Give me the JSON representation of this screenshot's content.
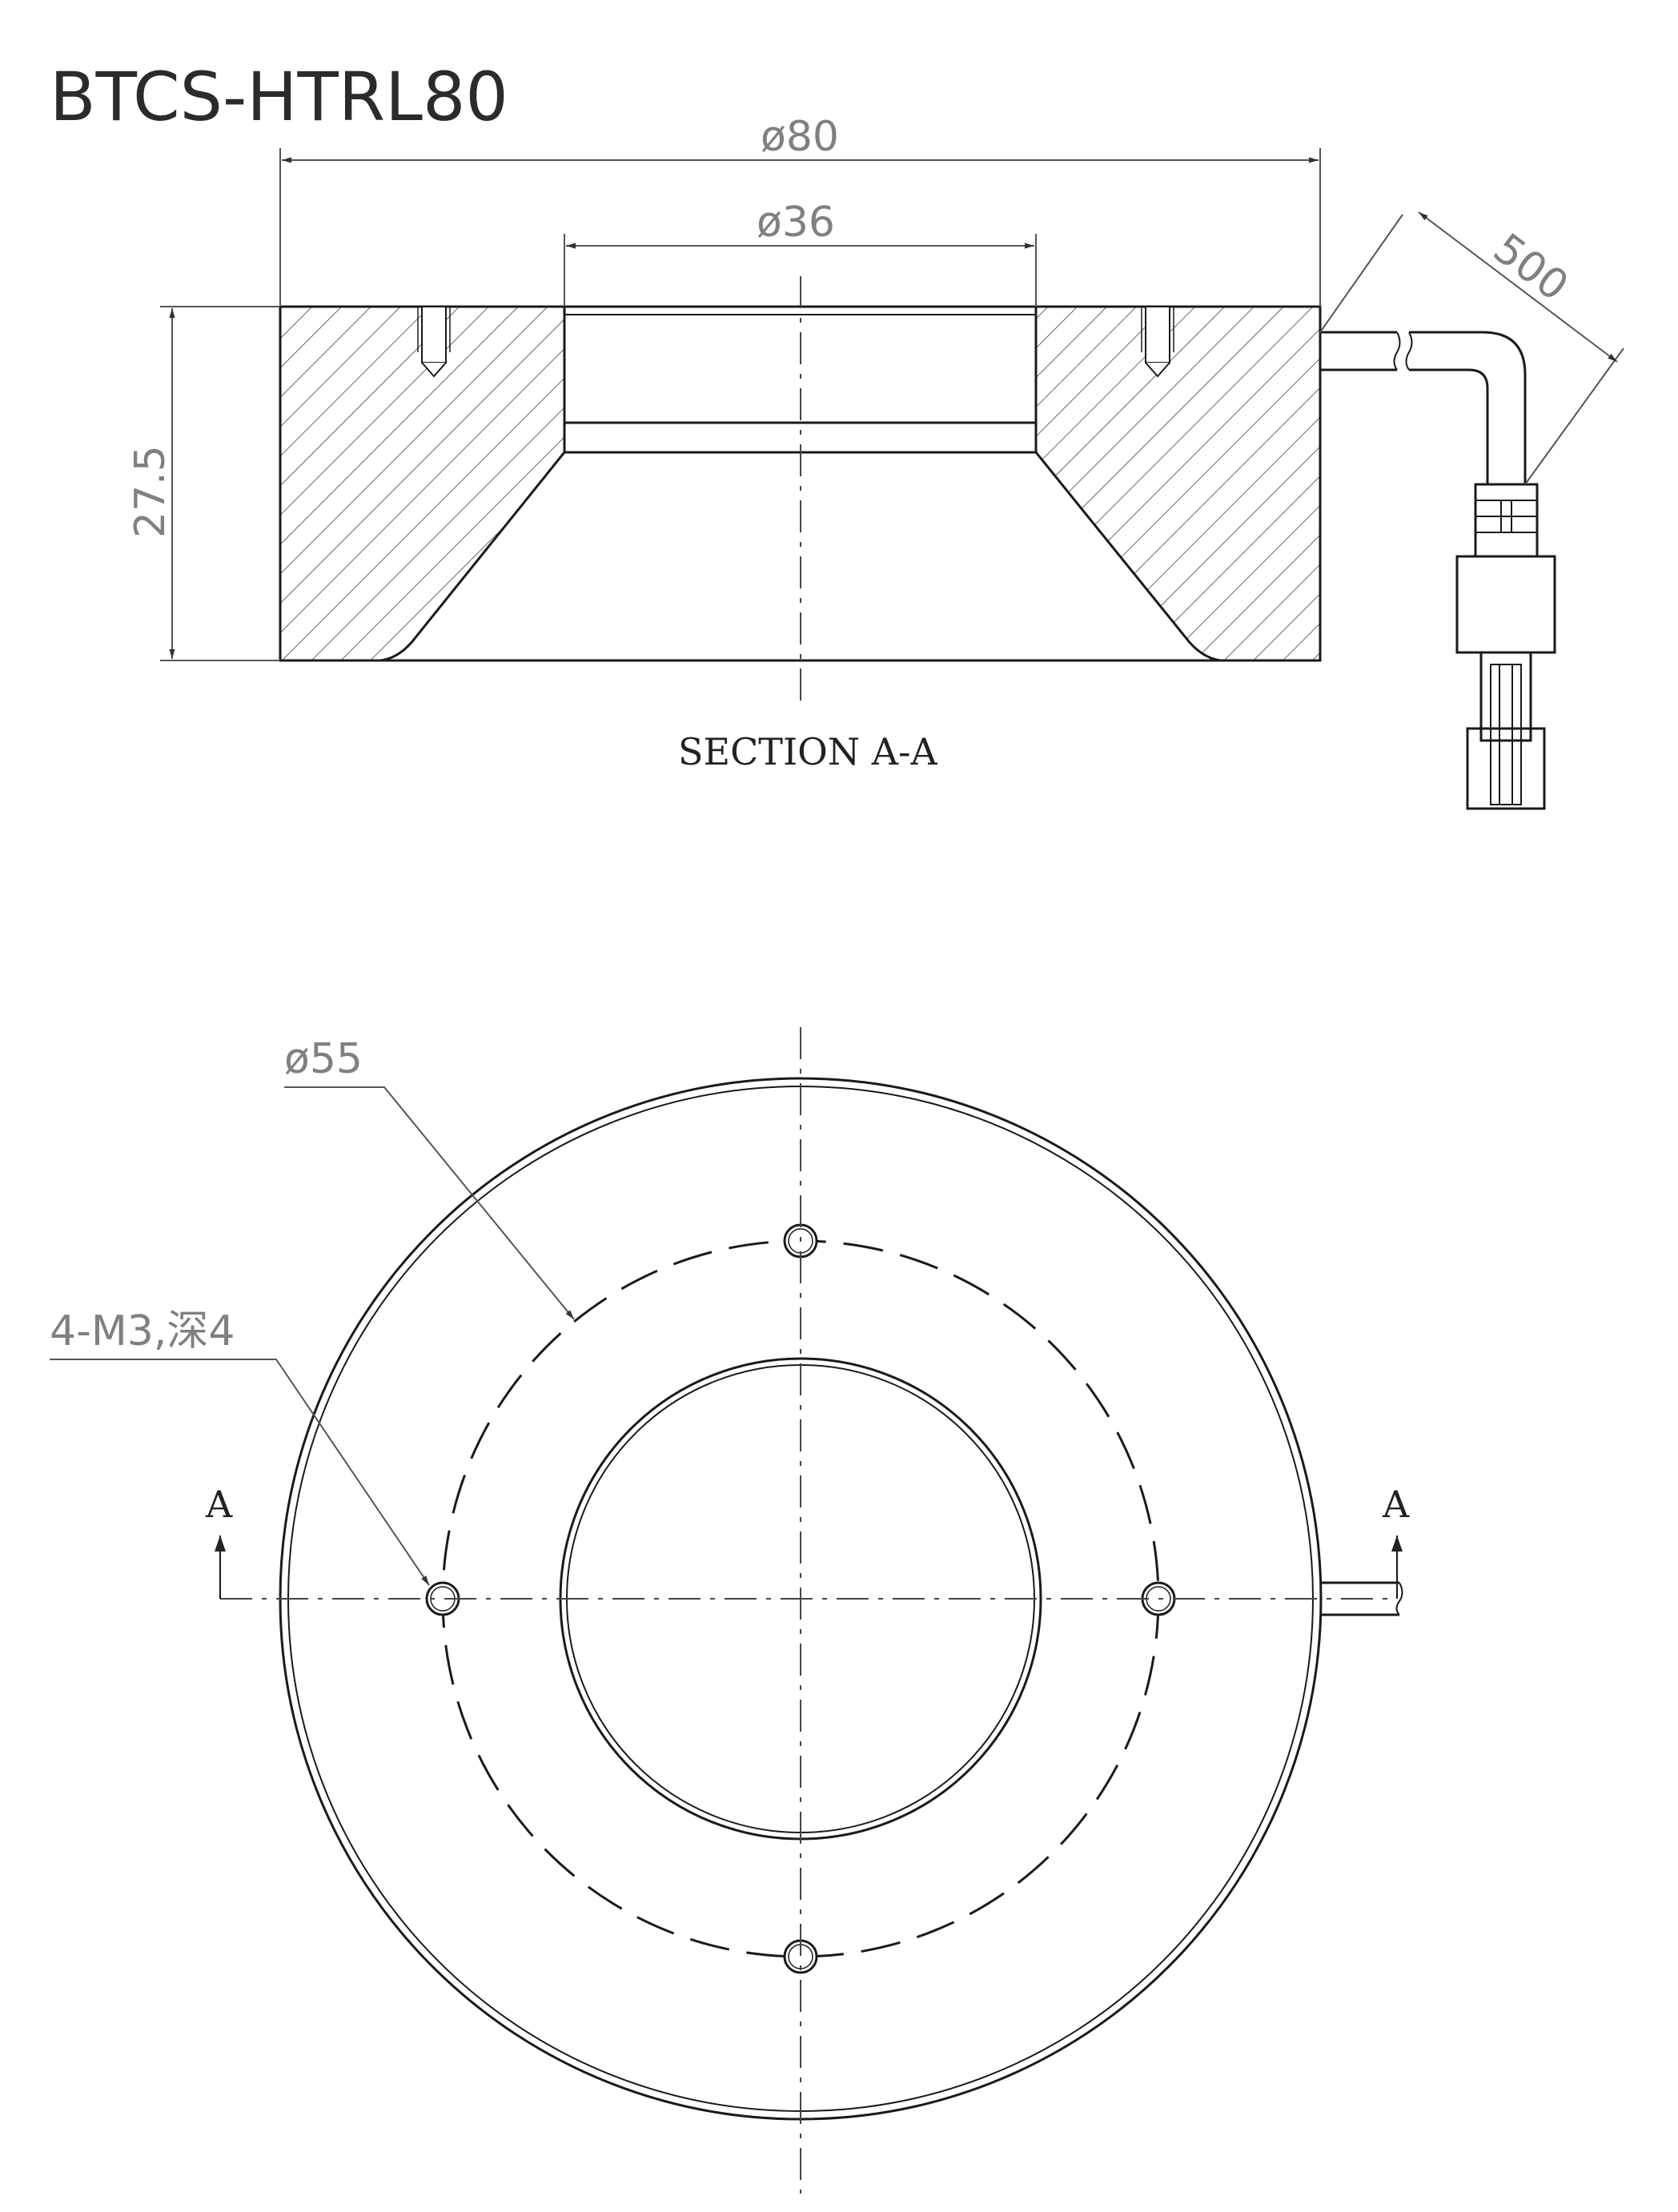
{
  "title": "BTCS-HTRL80",
  "section_view": {
    "label": "SECTION A-A",
    "dim_outer_diameter": "ø80",
    "dim_inner_diameter": "ø36",
    "dim_height": "27.5",
    "dim_cable_length": "500"
  },
  "top_view": {
    "dim_bolt_circle": "ø55",
    "dim_holes": "4-M3,深4",
    "section_marker_left": "A",
    "section_marker_right": "A"
  }
}
